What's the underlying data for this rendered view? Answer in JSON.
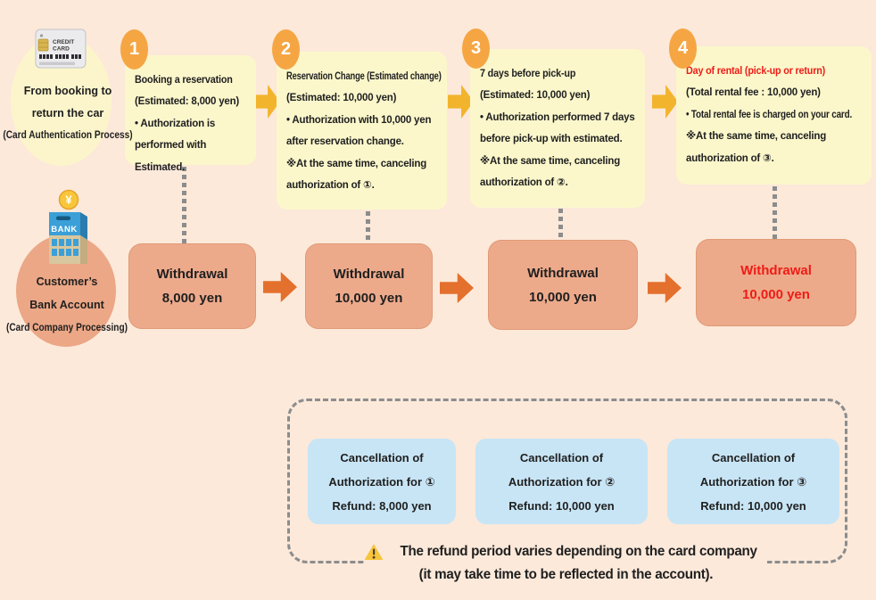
{
  "colors": {
    "background": "#fce9da",
    "step_box": "#fbf7cb",
    "actor_yellow_circle": "#fcf5cb",
    "accent_orange_circle": "#f5a643",
    "arrow_yellow": "#f2b42c",
    "arrow_orange": "#e4702d",
    "withdrawal_box": "#edaa8b",
    "refund_box": "#c8e5f5",
    "red_text": "#ee1c16",
    "dash_gray": "#8c8c8c",
    "warning_yellow": "#f6c53b"
  },
  "actors": {
    "card": {
      "lines": [
        "From booking to",
        "return the car",
        "(Card Authentication Process)"
      ]
    },
    "bank": {
      "lines": [
        "Customer’s",
        "Bank Account",
        "(Card Company Processing)"
      ]
    }
  },
  "icons": {
    "credit_card_line1": "CREDIT",
    "credit_card_line2": "CARD",
    "bank_label": "BANK",
    "coin_symbol": "¥"
  },
  "steps": [
    {
      "num": "1",
      "title": "Booking a reservation",
      "lines": [
        "(Estimated: 8,000 yen)",
        "• Authorization is performed with Estimated."
      ]
    },
    {
      "num": "2",
      "title": "Reservation Change (Estimated change)",
      "lines": [
        "(Estimated: 10,000 yen)",
        "• Authorization with 10,000 yen after reservation change.",
        "※At the same time, canceling authorization of ①."
      ]
    },
    {
      "num": "3",
      "title": "7 days before pick-up",
      "lines": [
        "(Estimated: 10,000 yen)",
        "• Authorization performed 7 days before pick-up with estimated.",
        "※At the same time, canceling authorization of ②."
      ]
    },
    {
      "num": "4",
      "title": "Day of rental (pick-up or return)",
      "lines": [
        "(Total rental fee : 10,000 yen)",
        "• Total rental fee is charged on your card.",
        "※At the same time, canceling authorization of ③."
      ]
    }
  ],
  "withdrawals": [
    {
      "label": "Withdrawal",
      "amount": "8,000 yen"
    },
    {
      "label": "Withdrawal",
      "amount": "10,000 yen"
    },
    {
      "label": "Withdrawal",
      "amount": "10,000 yen"
    },
    {
      "label": "Withdrawal",
      "amount": "10,000 yen"
    }
  ],
  "refunds": [
    {
      "lines": [
        "Cancellation of",
        "Authorization for ①",
        "Refund: 8,000 yen"
      ]
    },
    {
      "lines": [
        "Cancellation of",
        "Authorization for ②",
        "Refund: 10,000 yen"
      ]
    },
    {
      "lines": [
        "Cancellation of",
        "Authorization for ③",
        "Refund: 10,000 yen"
      ]
    }
  ],
  "note": {
    "line1": "The refund period varies depending on the card company",
    "line2": "(it may take time to be reflected in the account)."
  }
}
